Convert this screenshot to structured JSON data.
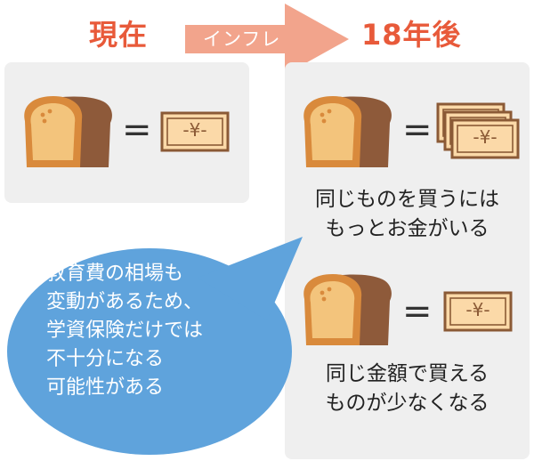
{
  "labels": {
    "now": "現在",
    "inflation": "インフレ",
    "after": "18年後",
    "equals": "="
  },
  "captions": {
    "more_money_line1": "同じものを買うには",
    "more_money_line2": "もっとお金がいる",
    "less_goods_line1": "同じ金額で買える",
    "less_goods_line2": "ものが少なくなる"
  },
  "bubble": {
    "lines": [
      "教育費の相場も",
      "変動があるため、",
      "学資保険だけでは",
      "不十分になる",
      "可能性がある"
    ]
  },
  "banknote": {
    "symbol": "-¥-"
  },
  "colors": {
    "accent_orange": "#e85a3a",
    "arrow": "#f2a48c",
    "panel": "#efefef",
    "bubble": "#5fa3dc",
    "bread_crust": "#d98a3c",
    "bread_inner": "#f3c47c",
    "bread_shadow": "#8e5a3a",
    "note_fill": "#fbd9a8",
    "note_border": "#8b5a36"
  },
  "icons": [
    "bread-icon",
    "banknote-icon",
    "banknote-stack-icon",
    "inflation-arrow-icon"
  ]
}
